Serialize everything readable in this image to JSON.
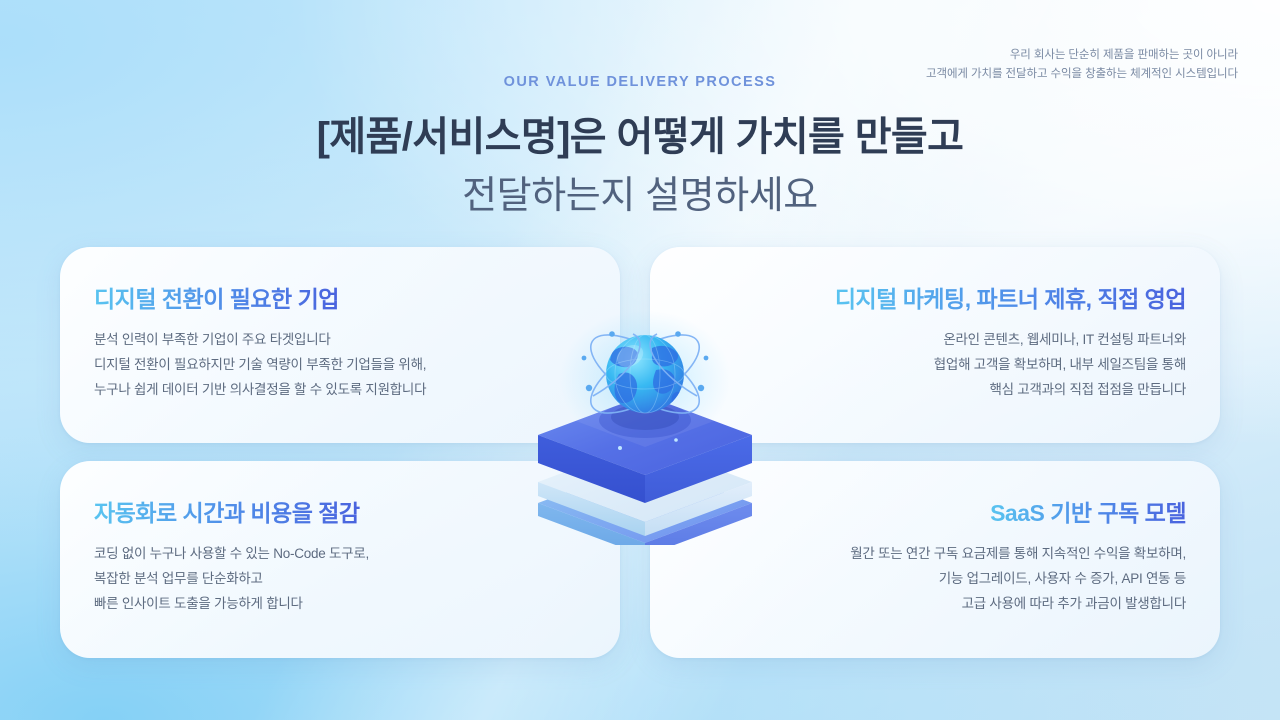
{
  "header": {
    "kicker": "OUR VALUE DELIVERY PROCESS",
    "tagline_line1": "우리 회사는 단순히 제품을 판매하는 곳이 아니라",
    "tagline_line2": "고객에게 가치를 전달하고 수익을 창출하는 체계적인 시스템입니다",
    "title_line1": "[제품/서비스명]은 어떻게 가치를 만들고",
    "title_line2": "전달하는지 설명하세요"
  },
  "cards": [
    {
      "id": "target-customer",
      "heading": "디지털 전환이 필요한 기업",
      "body": [
        "분석 인력이 부족한 기업이 주요 타겟입니다",
        "디지털 전환이 필요하지만 기술 역량이 부족한 기업들을 위해,",
        "누구나 쉽게 데이터 기반 의사결정을 할 수 있도록 지원합니다"
      ]
    },
    {
      "id": "channels",
      "heading": "디지털 마케팅, 파트너 제휴, 직접 영업",
      "body": [
        "온라인 콘텐츠, 웹세미나, IT 컨설팅 파트너와",
        "협업해 고객을 확보하며, 내부 세일즈팀을 통해",
        "핵심 고객과의 직접 접점을 만듭니다"
      ]
    },
    {
      "id": "value-proposition",
      "heading": "자동화로 시간과 비용을 절감",
      "body": [
        "코딩 없이 누구나 사용할 수 있는 No-Code 도구로,",
        "복잡한 분석 업무를 단순화하고",
        "빠른 인사이트 도출을 가능하게 합니다"
      ]
    },
    {
      "id": "revenue-model",
      "heading": "SaaS 기반 구독 모델",
      "body": [
        "월간 또는 연간 구독 요금제를 통해 지속적인 수익을 확보하며,",
        "기능 업그레이드, 사용자 수 증가, API 연동 등",
        "고급 사용에 따라 추가 과금이 발생합니다"
      ]
    }
  ],
  "illustration": {
    "name": "layered-platform-globe-illustration",
    "description": "isometric three-layer stacked platform with an orbiting globe on top"
  },
  "colors": {
    "accent_kicker": "#6f92db",
    "title_primary": "#2f3d55",
    "title_secondary": "#51627e",
    "heading_gradient_start": "#59c4f0",
    "heading_gradient_end": "#4a63de",
    "body_text": "#5d6b80",
    "card_surface": "#f7fbff",
    "bg_top_left": "#bfe4f8",
    "bg_top_right": "#f4f7fb",
    "bg_bottom_left": "#8fd4f5",
    "bg_bottom_right": "#c8e4f5"
  }
}
